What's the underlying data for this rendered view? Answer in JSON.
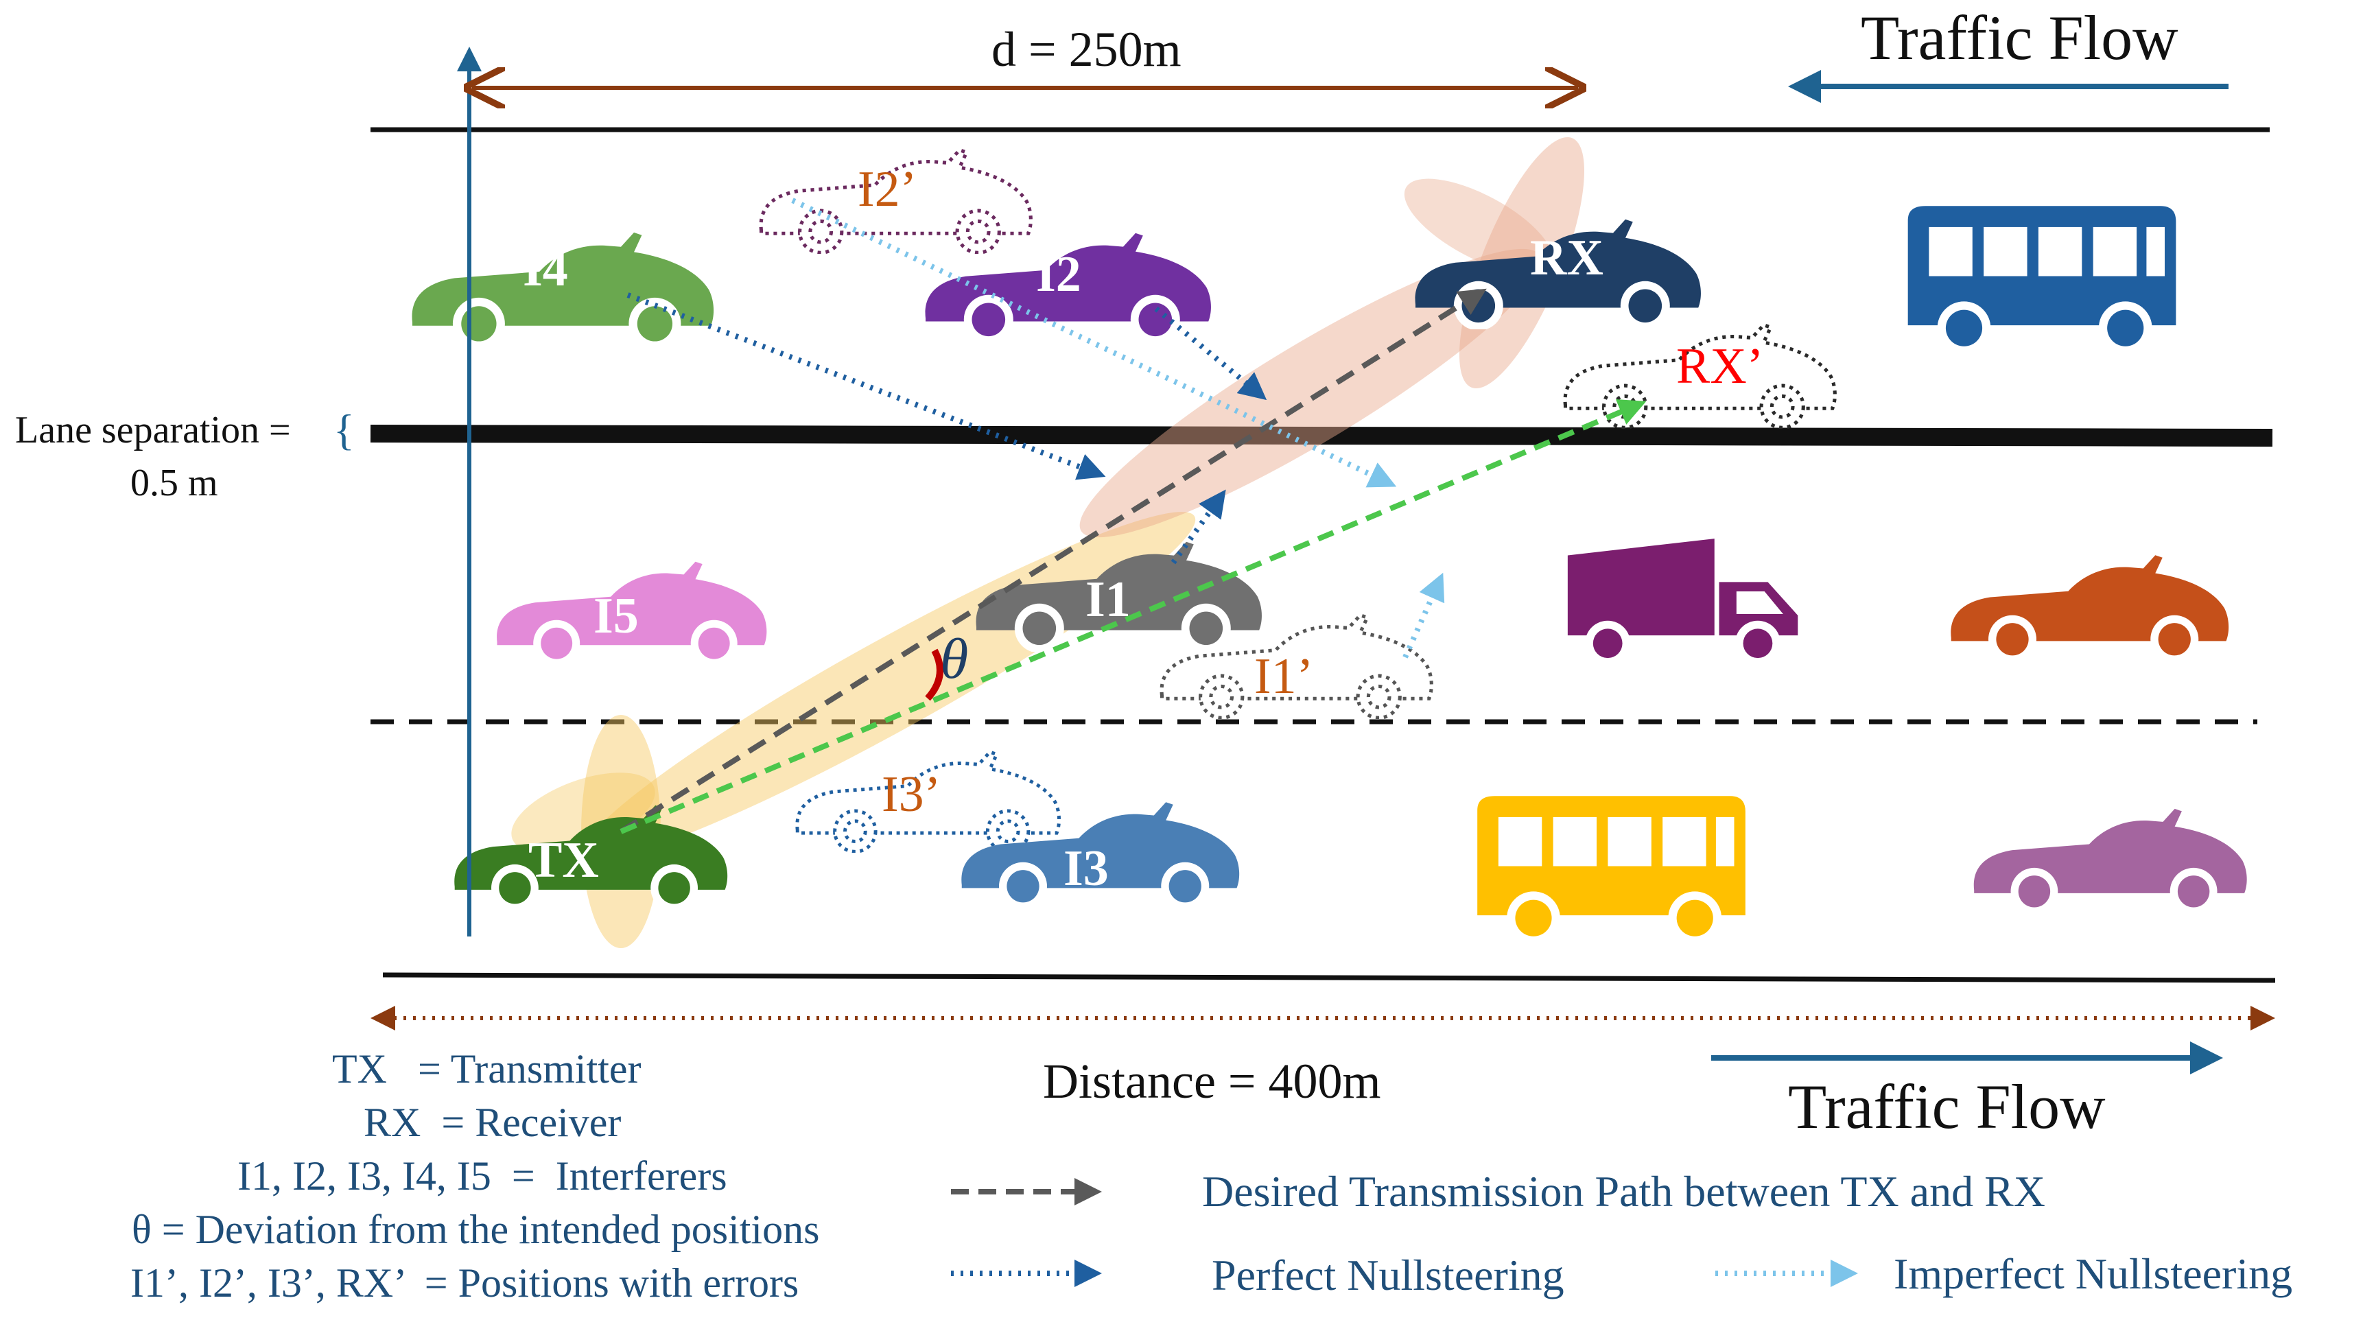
{
  "header": {
    "distance_label": "d = 250m",
    "traffic_flow_top": "Traffic Flow"
  },
  "side": {
    "lane_sep_label": "Lane separation =",
    "lane_sep_value": "0.5 m"
  },
  "vehicles": {
    "tx": "TX",
    "rx": "RX",
    "rx_err": "RX’",
    "i1": "I1",
    "i2": "I2",
    "i3": "I3",
    "i4": "I4",
    "i5": "I5",
    "i1_err": "I1’",
    "i2_err": "I2’",
    "i3_err": "I3’"
  },
  "theta_symbol": "θ",
  "bottom": {
    "distance_label": "Distance = 400m",
    "traffic_flow_bottom": "Traffic Flow"
  },
  "definitions": [
    "TX   = Transmitter",
    "RX  = Receiver",
    "I1, I2, I3, I4, I5  =  Interferers",
    "θ = Deviation from the intended positions",
    "I1’, I2’, I3’, RX’  = Positions with errors"
  ],
  "legend": {
    "desired": "Desired Transmission Path between TX and RX",
    "perfect": "Perfect Nullsteering",
    "imperfect": "Imperfect Nullsteering"
  },
  "colors": {
    "tx": "#3a7d22",
    "rx": "#1f3f66",
    "i1": "#707070",
    "i2": "#7030a0",
    "i3": "#4a7fb5",
    "i4": "#6aa84f",
    "i5": "#e38ad8",
    "bus_blue": "#1f5fa0",
    "bus_yellow": "#ffc000",
    "truck": "#7b1e6e",
    "car_orange": "#c5501a",
    "car_mauve": "#a4659f",
    "error_orange": "#c55a11",
    "error_red": "#ff0000",
    "text_teal": "#1f4e79",
    "desired_path": "#595959",
    "perfect_path": "#1f5fa0",
    "imperfect_path": "#7cc4ea",
    "error_path": "#4cc74c",
    "dim_arrow": "#8b3a0f",
    "flow_arrow": "#1f6391"
  }
}
